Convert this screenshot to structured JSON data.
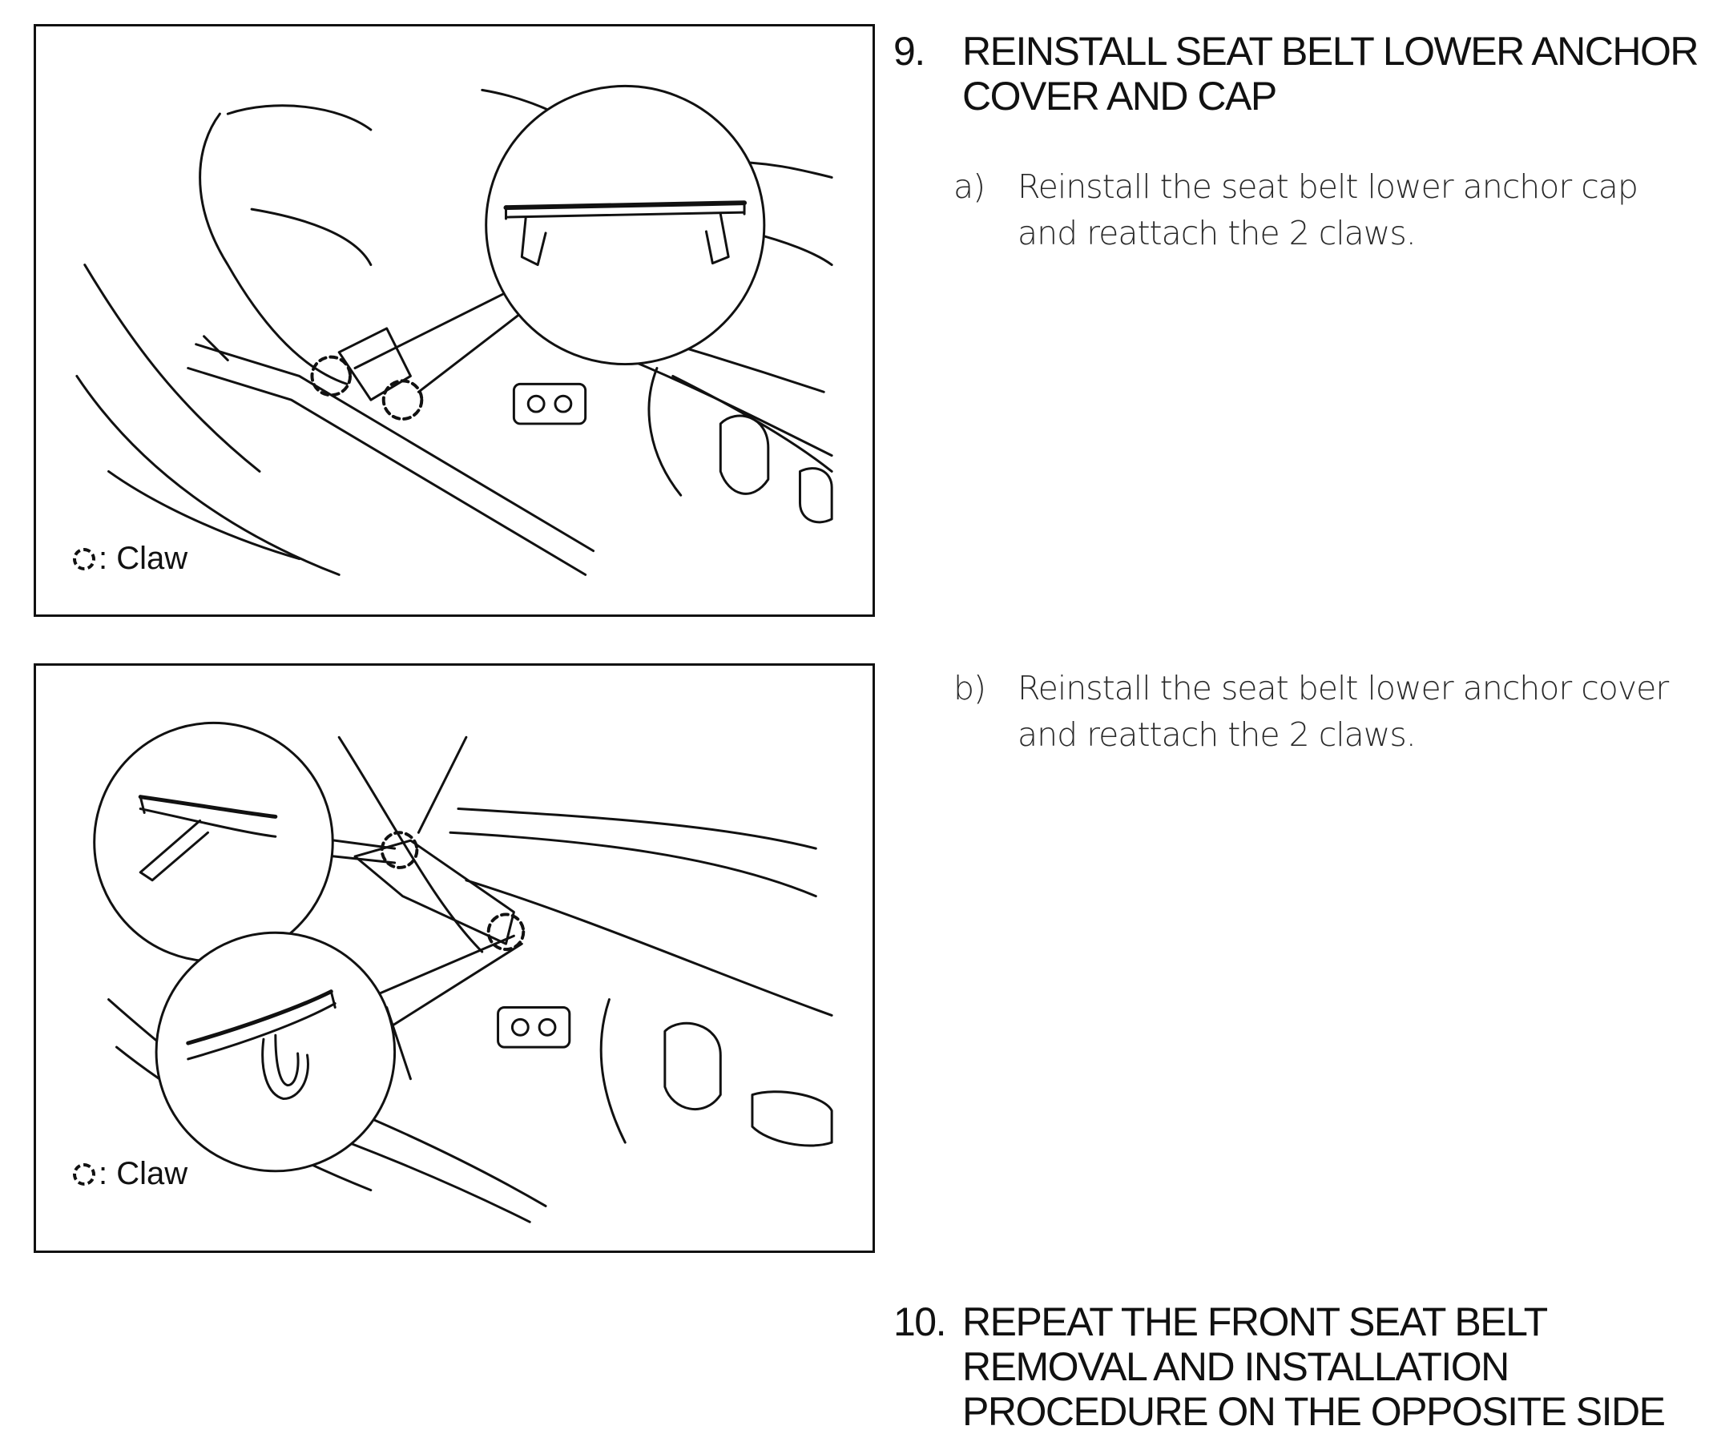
{
  "figures": [
    {
      "legend": "Claw"
    },
    {
      "legend": "Claw"
    }
  ],
  "steps": [
    {
      "number": "9.",
      "title": "REINSTALL SEAT BELT LOWER ANCHOR COVER AND CAP",
      "substeps": [
        {
          "letter": "a)",
          "text": "Reinstall the seat belt lower anchor cap and reattach the 2 claws."
        },
        {
          "letter": "b)",
          "text": "Reinstall the seat belt lower anchor cover and reattach the 2 claws."
        }
      ]
    },
    {
      "number": "10.",
      "title": "REPEAT THE FRONT SEAT BELT REMOVAL AND INSTALLATION PROCEDURE ON THE OPPOSITE SIDE"
    }
  ]
}
